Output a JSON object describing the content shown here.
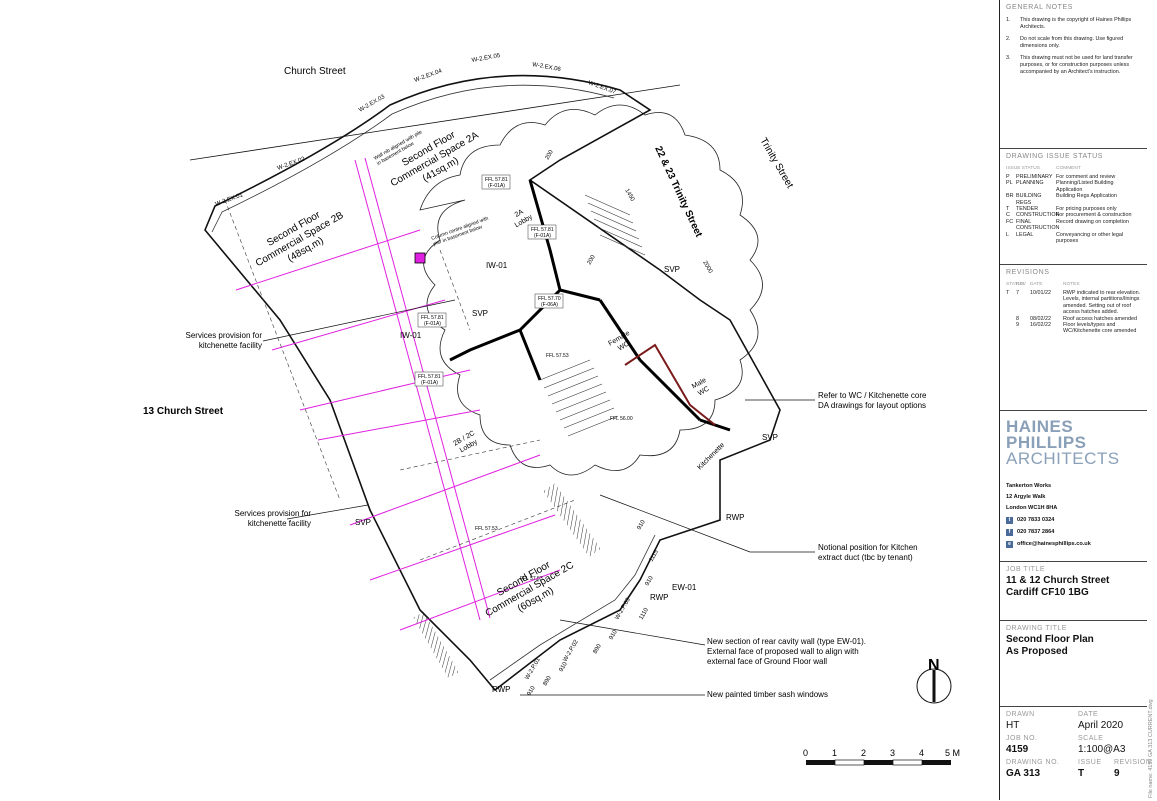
{
  "plan": {
    "street_top": "Church Street",
    "street_left": "13 Church Street",
    "street_right": "22 & 23 Trinity Street",
    "trinity_street": "Trinity Street",
    "space_2a": [
      "Second Floor",
      "Commercial Space 2A",
      "(41sq.m)"
    ],
    "space_2b": [
      "Second Floor",
      "Commercial Space 2B",
      "(48sq.m)"
    ],
    "space_2c": [
      "Second Floor",
      "Commercial Space 2C",
      "(60sq.m)"
    ],
    "lobby_2a": [
      "2A",
      "Lobby"
    ],
    "lobby_2b": [
      "2B / 2C",
      "Lobby"
    ],
    "female_wc": [
      "Female",
      "WC"
    ],
    "male_wc": [
      "Male",
      "WC"
    ],
    "kitchenette": "Kitchenette",
    "svp": "SVP",
    "rwp": "RWP",
    "iw01": "IW-01",
    "ew01": "EW-01",
    "windows_top": [
      "W-2.EX.01",
      "W-2.EX.02",
      "W-2.EX.03",
      "W-2.EX.04",
      "W-2.EX.05",
      "W-2.EX.06",
      "W-2.EX.07"
    ],
    "windows_rear": [
      "W-2.P.01",
      "W-2.P.02",
      "W-2.P.03"
    ],
    "ffl_tags": [
      [
        "FFL 57.81",
        "(F-01A)"
      ],
      [
        "FFL 57.81",
        "(F-01A)"
      ],
      [
        "FFL 57.81",
        "(F-01A)"
      ],
      [
        "FFL 57.81",
        "(F-01A)"
      ],
      [
        "FFL 57.70",
        "(F-06A)"
      ]
    ],
    "ffl_plain": [
      "FFL 57.53",
      "FFL 56.00",
      "FFL 57.53",
      "FFL 57.53"
    ],
    "dims": [
      "200",
      "1450",
      "2000",
      "200",
      "910",
      "1115",
      "910",
      "1110",
      "910",
      "890",
      "910",
      "890",
      "910"
    ],
    "annotations": {
      "services1": [
        "Services provision for",
        "kitchenette facility"
      ],
      "services2": [
        "Services provision for",
        "kitchenette facility"
      ],
      "refer": [
        "Refer to WC / Kitchenette core",
        "DA drawings for layout options"
      ],
      "notional": [
        "Notional position for Kitchen",
        "extract duct (tbc by tenant)"
      ],
      "new_section": [
        "New section of rear cavity wall (type EW-01).",
        "External face of proposed wall to align with",
        "external face of Ground Floor wall"
      ],
      "windows": "New painted timber sash windows",
      "wall_nib": [
        "Wall nib aligned with pile",
        "in basement below"
      ],
      "column": [
        "Column centre aligned with",
        "pier in basement below"
      ]
    },
    "north": "N",
    "scale_labels": [
      "0",
      "1",
      "2",
      "3",
      "4",
      "5 M"
    ]
  },
  "titleblock": {
    "general_notes_head": "GENERAL NOTES",
    "notes": [
      {
        "n": "1.",
        "t": "This drawing is the copyright of Haines Phillips Architects."
      },
      {
        "n": "2.",
        "t": "Do not scale from this drawing. Use figured dimensions only."
      },
      {
        "n": "3.",
        "t": "This drawing must not be used for land transfer purposes, or for construction purposes unless accompanied by an Architect's instruction."
      }
    ],
    "issues_head": "DRAWING ISSUE STATUS",
    "issues_cols": [
      "ISSUE STATUS",
      "COMMENT"
    ],
    "issues": [
      {
        "c": "P",
        "s": "PRELIMINARY",
        "m": "For comment and review"
      },
      {
        "c": "PL",
        "s": "PLANNING",
        "m": "Planning/Listed Building Application"
      },
      {
        "c": "BR",
        "s": "BUILDING REGS",
        "m": "Building Regs Application"
      },
      {
        "c": "T",
        "s": "TENDER",
        "m": "For pricing purposes only"
      },
      {
        "c": "C",
        "s": "CONSTRUCTION",
        "m": "For procurement & construction"
      },
      {
        "c": "FC",
        "s": "FINAL CONSTRUCTION",
        "m": "Record drawing on completion"
      },
      {
        "c": "L",
        "s": "LEGAL",
        "m": "Conveyancing or other legal purposes"
      }
    ],
    "revisions_head": "REVISIONS",
    "revisions_cols": [
      "STATUS",
      "REV",
      "DATE",
      "NOTES"
    ],
    "revisions": [
      {
        "s": "T",
        "r": "7",
        "d": "10/01/22",
        "n": "RWP indicated to rear elevation. Levels, internal partitions/linings amended. Setting out of roof access hatches added."
      },
      {
        "s": "",
        "r": "8",
        "d": "08/02/22",
        "n": "Roof access hatches amended"
      },
      {
        "s": "",
        "r": "9",
        "d": "16/02/22",
        "n": "Floor levels/types and WC/Kitchenette core amended"
      }
    ],
    "logo": [
      "HAINES",
      "PHILLIPS",
      "ARCHITECTS"
    ],
    "address": [
      "Tankerton Works",
      "12 Argyle Walk",
      "London WC1H 8HA"
    ],
    "contacts": [
      {
        "icon": "phone-icon",
        "glyph": "t",
        "text": "020 7833 0324"
      },
      {
        "icon": "fax-icon",
        "glyph": "f",
        "text": "020 7837 2864"
      },
      {
        "icon": "email-icon",
        "glyph": "e",
        "text": "office@hainesphillips.co.uk"
      }
    ],
    "job_title_head": "JOB TITLE",
    "job_title": [
      "11 & 12 Church Street",
      "Cardiff CF10 1BG"
    ],
    "drawing_title_head": "DRAWING TITLE",
    "drawing_title": [
      "Second Floor Plan",
      "As Proposed"
    ],
    "drawn_head": "DRAWN",
    "drawn": "HT",
    "date_head": "DATE",
    "date": "April 2020",
    "job_head": "JOB NO.",
    "job": "4159",
    "scale_head": "SCALE",
    "scale": "1:100@A3",
    "drawing_no_head": "DRAWING NO.",
    "drawing_no": "GA 313",
    "issue_head": "ISSUE",
    "issue": "T",
    "revision_head": "REVISION",
    "revision": "9",
    "filename": "File name: 4159 GA 313 CURRENT.dwg"
  }
}
